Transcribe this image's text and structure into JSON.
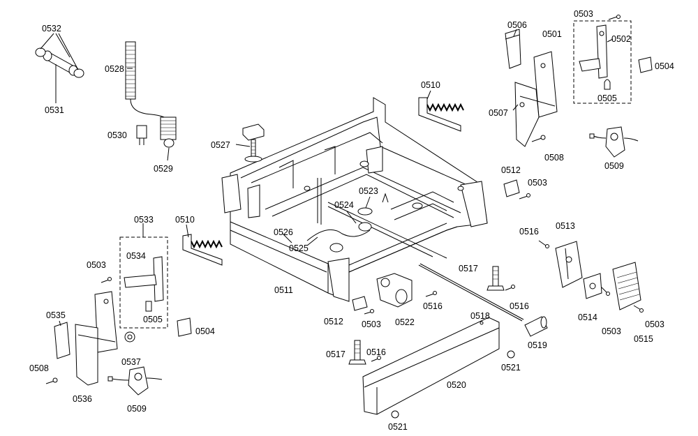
{
  "labels": {
    "l0532": "0532",
    "l0531": "0531",
    "l0528": "0528",
    "l0530": "0530",
    "l0529": "0529",
    "l0527": "0527",
    "l0510a": "0510",
    "l0510b": "0510",
    "l0506": "0506",
    "l0503a": "0503",
    "l0501": "0501",
    "l0502": "0502",
    "l0504a": "0504",
    "l0505a": "0505",
    "l0507": "0507",
    "l0508a": "0508",
    "l0509a": "0509",
    "l0512a": "0512",
    "l0503b": "0503",
    "l0523": "0523",
    "l0524": "0524",
    "l0526": "0526",
    "l0525": "0525",
    "l0533": "0533",
    "l0534": "0534",
    "l0503c": "0503",
    "l0535": "0535",
    "l0505b": "0505",
    "l0504b": "0504",
    "l0537": "0537",
    "l0508b": "0508",
    "l0536": "0536",
    "l0509b": "0509",
    "l0511": "0511",
    "l0512b": "0512",
    "l0503d": "0503",
    "l0522": "0522",
    "l0516a": "0516",
    "l0517a": "0517",
    "l0516b": "0516",
    "l0518": "0518",
    "l0516c": "0516",
    "l0513": "0513",
    "l0514": "0514",
    "l0503e": "0503",
    "l0515": "0515",
    "l0503f": "0503",
    "l0519": "0519",
    "l0521a": "0521",
    "l0520": "0520",
    "l0517b": "0517",
    "l0516d": "0516",
    "l0521b": "0521"
  }
}
